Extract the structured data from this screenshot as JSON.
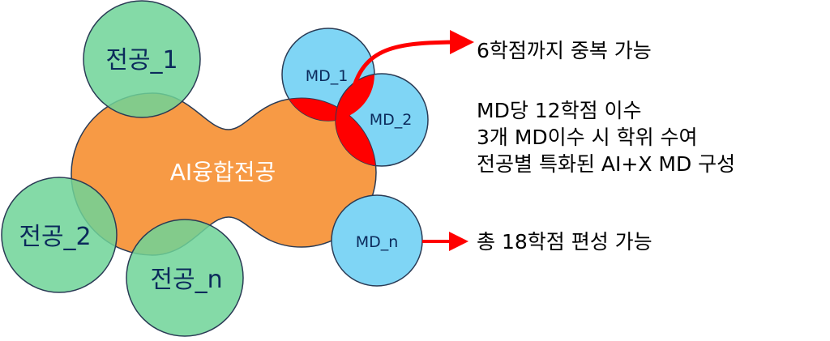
{
  "center": {
    "label": "AI융합전공"
  },
  "majors": [
    "전공_1",
    "전공_2",
    "전공_n"
  ],
  "md_modules": [
    "MD_1",
    "MD_2",
    "MD_n"
  ],
  "notes": {
    "overlap": "6학점까지 중복 가능",
    "md_lines": [
      "MD당 12학점 이수",
      "3개 MD이수 시 학위 수여",
      "전공별 특화된 AI+X MD 구성"
    ],
    "total": "총 18학점 편성 가능"
  },
  "colors": {
    "orange": "#f79a45",
    "green": "#7ad7a1",
    "blue": "#7fd5f5",
    "red": "#ff0000",
    "text": "#0b2a5b"
  }
}
